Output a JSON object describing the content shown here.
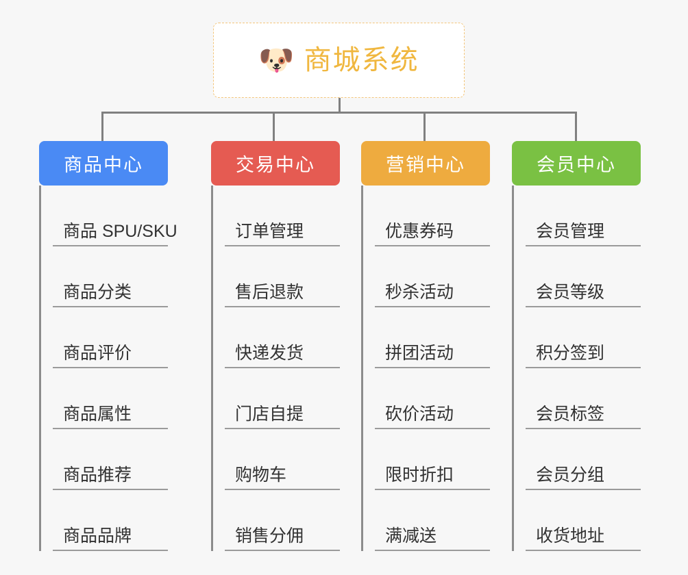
{
  "background_color": "#f7f7f7",
  "root": {
    "icon": "dog-face-emoji",
    "icon_glyph": "🐶",
    "title": "商城系统",
    "title_color": "#f0b73f",
    "border_style": "dashed",
    "border_color": "#f3c57a"
  },
  "connector_color": "#808080",
  "columns": [
    {
      "id": "product-center",
      "header": "商品中心",
      "color": "#4a8af4",
      "items": [
        "商品 SPU/SKU",
        "商品分类",
        "商品评价",
        "商品属性",
        "商品推荐",
        "商品品牌"
      ]
    },
    {
      "id": "trade-center",
      "header": "交易中心",
      "color": "#e55b52",
      "items": [
        "订单管理",
        "售后退款",
        "快递发货",
        "门店自提",
        "购物车",
        "销售分佣"
      ]
    },
    {
      "id": "marketing-center",
      "header": "营销中心",
      "color": "#eeab3f",
      "items": [
        "优惠券码",
        "秒杀活动",
        "拼团活动",
        "砍价活动",
        "限时折扣",
        "满减送"
      ]
    },
    {
      "id": "member-center",
      "header": "会员中心",
      "color": "#7ac143",
      "items": [
        "会员管理",
        "会员等级",
        "积分签到",
        "会员标签",
        "会员分组",
        "收货地址"
      ]
    }
  ]
}
